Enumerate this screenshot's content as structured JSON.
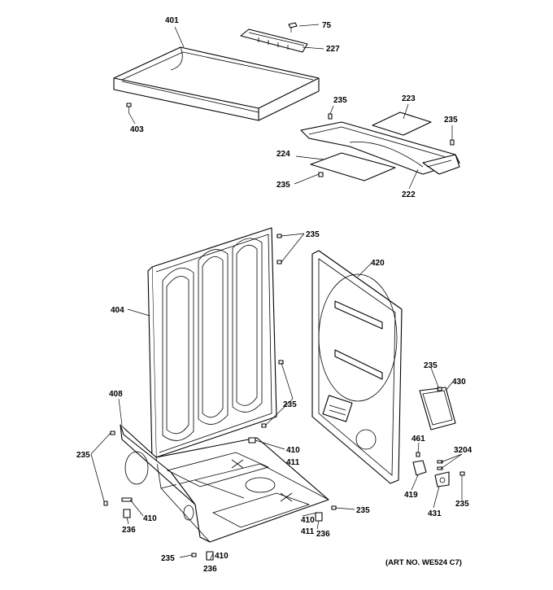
{
  "diagram": {
    "callouts": {
      "c401": "401",
      "c75": "75",
      "c227": "227",
      "c403": "403",
      "c235a": "235",
      "c223": "223",
      "c235b": "235",
      "c224": "224",
      "c235c": "235",
      "c222": "222",
      "c235d": "235",
      "c404": "404",
      "c420": "420",
      "c235e": "235",
      "c430": "430",
      "c408": "408",
      "c235f": "235",
      "c410a": "410",
      "c411a": "411",
      "c461": "461",
      "c3204": "3204",
      "c419": "419",
      "c431": "431",
      "c235g": "235",
      "c235h": "235",
      "c410b": "410",
      "c236a": "236",
      "c235i": "235",
      "c410c": "410",
      "c411b": "411",
      "c236b": "236",
      "c235j": "235",
      "c410d": "410",
      "c236c": "236"
    },
    "art_number": "(ART NO. WE524 C7)"
  }
}
